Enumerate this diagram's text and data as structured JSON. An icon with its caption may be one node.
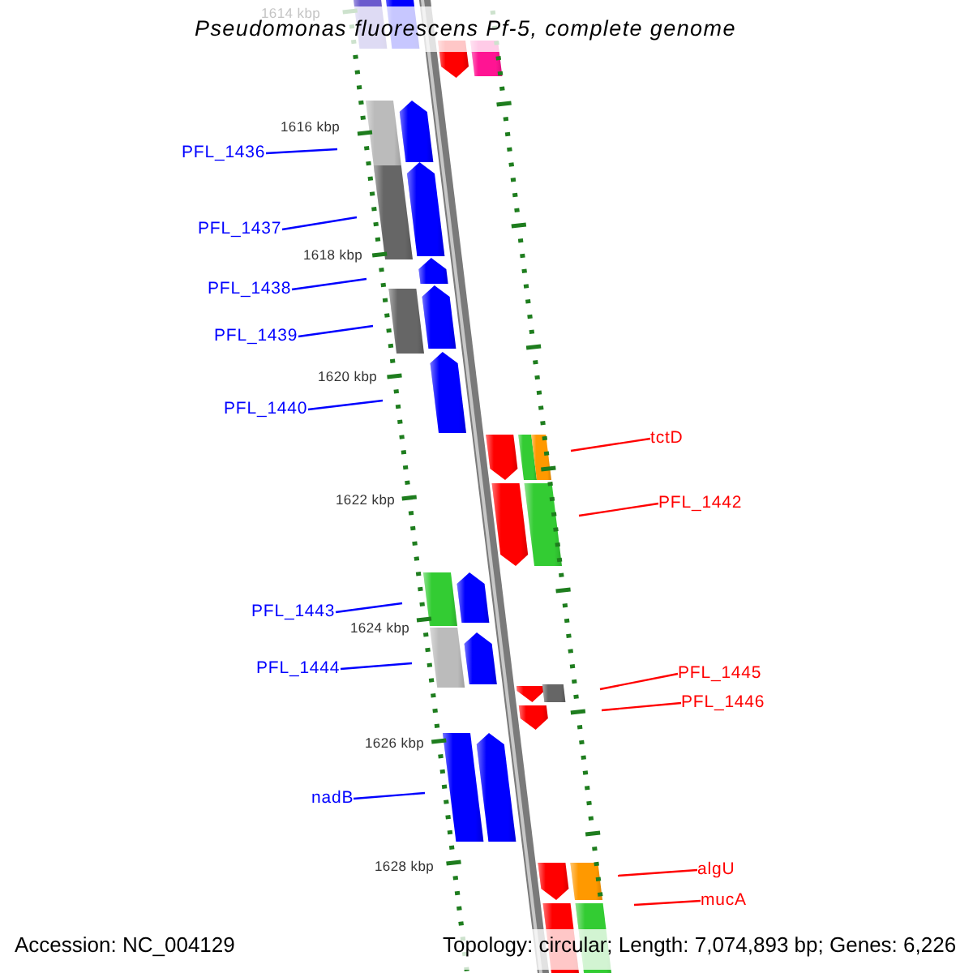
{
  "diagram": {
    "title": "Pseudomonas fluorescens Pf-5, complete genome",
    "nodes": [
      {
        "text": [
          "PFL_1436"
        ]
      },
      {
        "text": [
          "PFL_1437"
        ]
      },
      {
        "text": [
          "PFL_1438"
        ]
      },
      {
        "text": [
          "PFL_1439"
        ]
      },
      {
        "text": [
          "PFL_1440"
        ]
      },
      {
        "text": [
          "tctD"
        ]
      },
      {
        "text": [
          "PFL_1442"
        ]
      },
      {
        "text": [
          "PFL_1443"
        ]
      },
      {
        "text": [
          "PFL_1444"
        ]
      },
      {
        "text": [
          "PFL_1445"
        ]
      },
      {
        "text": [
          "PFL_1446"
        ]
      },
      {
        "text": [
          "nadB"
        ]
      },
      {
        "text": [
          "algU"
        ]
      },
      {
        "text": [
          "mucA"
        ]
      }
    ],
    "edges": [
      {
        "from": 0,
        "to": null,
        "arrow": "none"
      },
      {
        "from": 1,
        "to": null,
        "arrow": "none"
      },
      {
        "from": 2,
        "to": null,
        "arrow": "none"
      },
      {
        "from": 3,
        "to": null,
        "arrow": "none"
      },
      {
        "from": 4,
        "to": null,
        "arrow": "none"
      },
      {
        "from": 5,
        "to": null,
        "arrow": "none",
        "color": "#ff0000"
      },
      {
        "from": 6,
        "to": null,
        "arrow": "none",
        "color": "#ff0000"
      },
      {
        "from": 7,
        "to": null,
        "arrow": "none"
      },
      {
        "from": 8,
        "to": null,
        "arrow": "none"
      },
      {
        "from": 9,
        "to": null,
        "arrow": "none",
        "color": "#ff0000"
      },
      {
        "from": 10,
        "to": null,
        "arrow": "none",
        "color": "#ff0000"
      },
      {
        "from": 11,
        "to": null,
        "arrow": "none"
      },
      {
        "from": 12,
        "to": null,
        "arrow": "none",
        "color": "#ff0000"
      },
      {
        "from": 13,
        "to": null,
        "arrow": "none",
        "color": "#ff0000"
      }
    ],
    "labels": [
      "1614 kbp",
      "1616 kbp",
      "1618 kbp",
      "1620 kbp",
      "1622 kbp",
      "1624 kbp",
      "1626 kbp",
      "1628 kbp",
      "Accession: NC_004129",
      "Topology: circular; Length: 7,074,893 bp; Genes: 6,226"
    ]
  }
}
